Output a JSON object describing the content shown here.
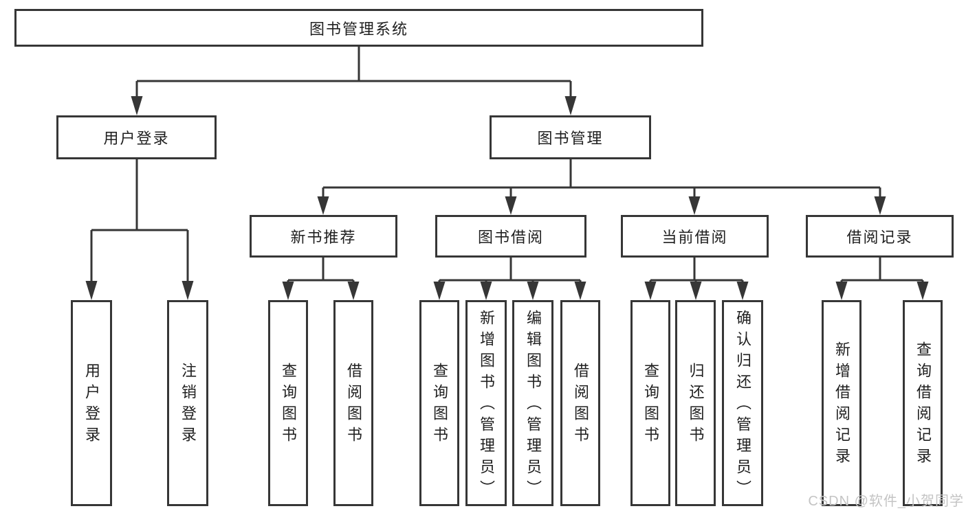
{
  "diagram_title": "图书管理系统",
  "colors": {
    "line": "#363636",
    "text": "#1f1f1f",
    "background": "#ffffff",
    "watermark": "#c4c4c4"
  },
  "watermark": "CSDN @软件_小贺同学",
  "tree": {
    "label": "图书管理系统",
    "children": [
      {
        "label": "用户登录",
        "children": [
          {
            "label": "用户登录"
          },
          {
            "label": "注销登录"
          }
        ]
      },
      {
        "label": "图书管理",
        "children": [
          {
            "label": "新书推荐",
            "children": [
              {
                "label": "查询图书"
              },
              {
                "label": "借阅图书"
              }
            ]
          },
          {
            "label": "图书借阅",
            "children": [
              {
                "label": "查询图书"
              },
              {
                "label": "新增图书（管理员）"
              },
              {
                "label": "编辑图书（管理员）"
              },
              {
                "label": "借阅图书"
              }
            ]
          },
          {
            "label": "当前借阅",
            "children": [
              {
                "label": "查询图书"
              },
              {
                "label": "归还图书"
              },
              {
                "label": "确认归还（管理员）"
              }
            ]
          },
          {
            "label": "借阅记录",
            "children": [
              {
                "label": "新增借阅记录"
              },
              {
                "label": "查询借阅记录"
              }
            ]
          }
        ]
      }
    ]
  }
}
